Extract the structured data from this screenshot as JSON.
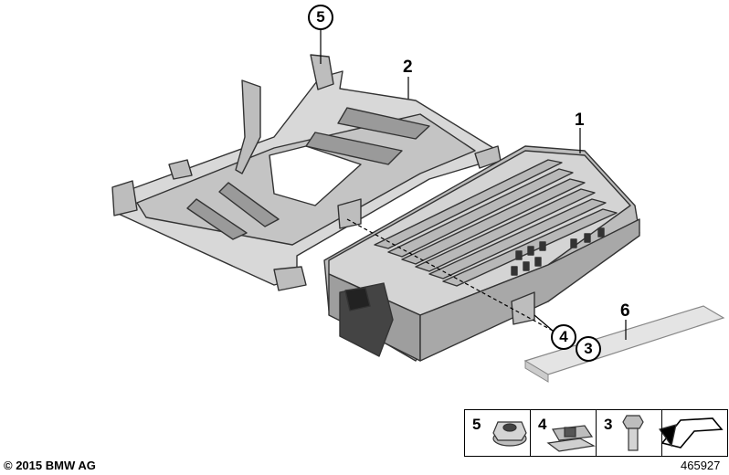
{
  "callouts": {
    "c1": "1",
    "c2": "2",
    "c3": "3",
    "c4": "4",
    "c5": "5",
    "c6": "6"
  },
  "legend": [
    {
      "number": "5",
      "icon": "flange-nut-icon"
    },
    {
      "number": "4",
      "icon": "clip-nut-icon"
    },
    {
      "number": "3",
      "icon": "hex-bolt-icon"
    },
    {
      "number": "",
      "icon": "arrow-icon"
    }
  ],
  "footer": {
    "copyright": "© 2015 BMW AG",
    "diagram_number": "465927"
  },
  "colors": {
    "part_fill": "#d8d8d8",
    "part_dark": "#8a8a8a",
    "part_stroke": "#333333"
  }
}
